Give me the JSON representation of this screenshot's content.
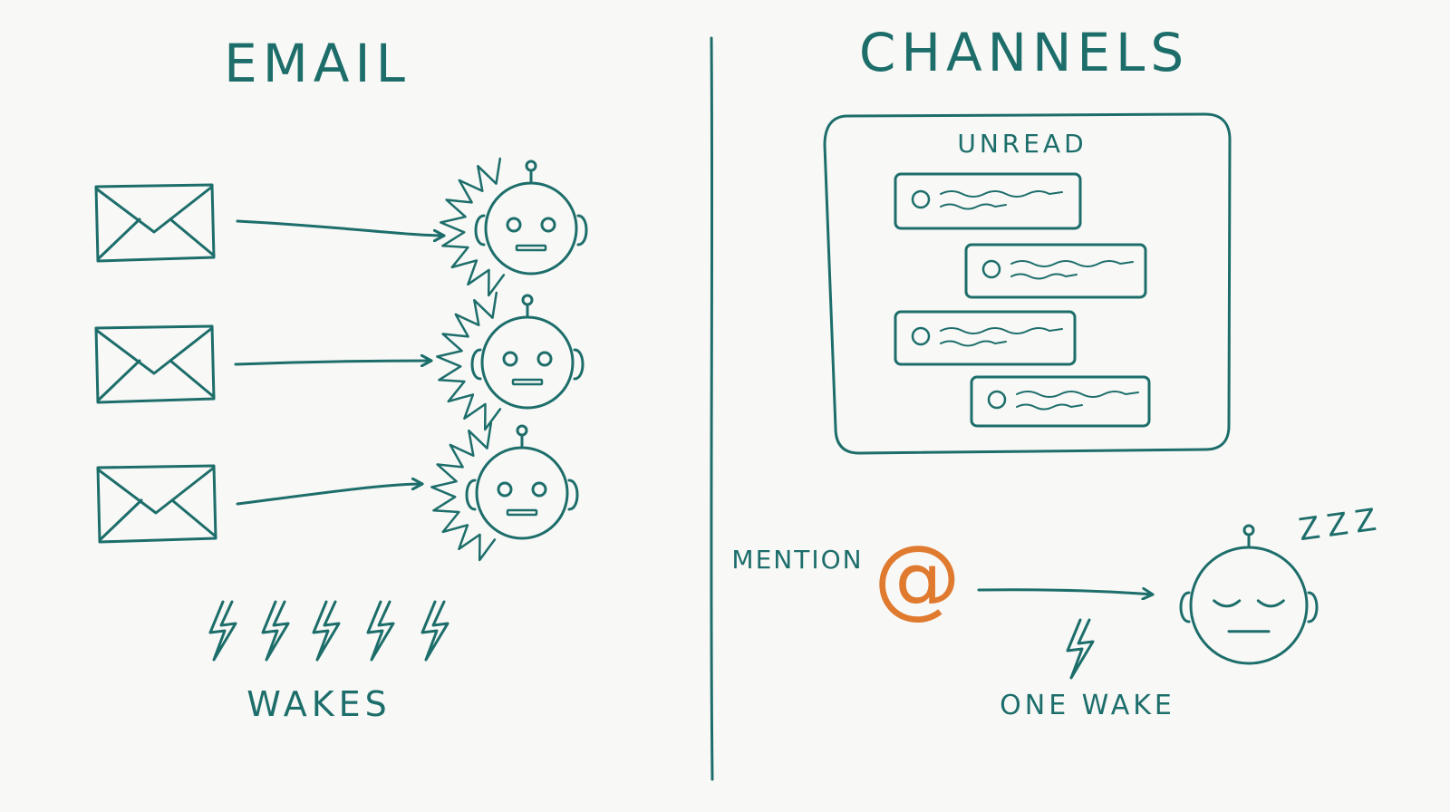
{
  "colors": {
    "ink": "#1d6e6b",
    "accent": "#e07a2f",
    "background": "#f8f8f6"
  },
  "email": {
    "title": "EMAIL",
    "footer_label": "WAKES",
    "icons": [
      "envelope-icon",
      "robot-awake-icon",
      "lightning-bolt-icon"
    ]
  },
  "channels": {
    "title": "CHANNELS",
    "panel_title": "UNREAD",
    "mention_label": "MENTION",
    "mention_symbol": "@",
    "sleep_text": "ZZZ",
    "footer_label": "ONE WAKE",
    "icons": [
      "message-icon",
      "at-sign-icon",
      "robot-sleeping-icon",
      "lightning-bolt-icon"
    ]
  }
}
